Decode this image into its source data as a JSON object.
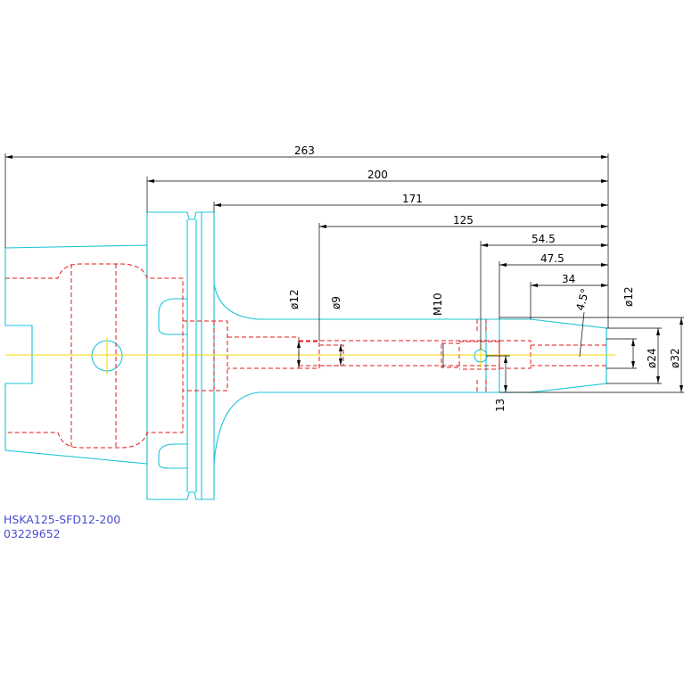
{
  "dimensions": {
    "overall_length": "263",
    "flange_to_tip": "200",
    "neck_to_tip": "171",
    "bore_depth": "125",
    "cross_hole_position": "54.5",
    "nose_to_tip": "47.5",
    "taper_length": "34",
    "bore_diameter": "ø12",
    "thread_bore_diameter": "ø9",
    "thread": "M10",
    "taper_angle": "4.5°",
    "tip_bore_diameter": "ø12",
    "nose_diameter": "ø24",
    "body_diameter": "ø32",
    "cross_hole_offset": "13"
  },
  "caption": {
    "part_name": "HSKA125-SFD12-200",
    "part_number": "03229652"
  },
  "colors": {
    "outline": "#1ac4d8",
    "hidden_lines": "#e01818",
    "center_line": "#f0d800",
    "dimensions": "#000000",
    "caption": "#4a4ad0"
  }
}
